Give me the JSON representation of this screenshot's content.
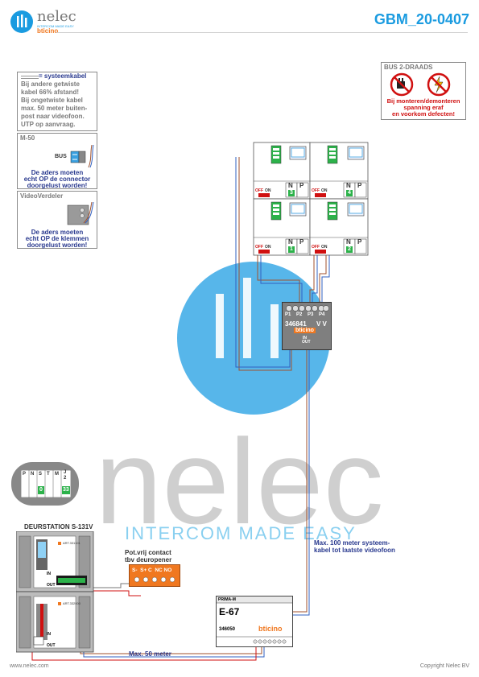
{
  "header": {
    "brand_name": "nelec",
    "brand_tagline": "INTERCOM MADE EASY",
    "brand_partner": "bticino",
    "doc_id": "GBM_20-0407"
  },
  "legend_note": {
    "line1": "= systeemkabel",
    "line2": "Bij andere getwiste",
    "line3": "kabel 66% afstand!",
    "line4": "Bij ongetwiste kabel",
    "line5": "max. 50 meter buiten-",
    "line6": "post naar videofoon.",
    "line7": "UTP op aanvraag."
  },
  "m50_box": {
    "title": "M-50",
    "bus_label": "BUS",
    "note1": "De aders moeten",
    "note2": "echt OP de connector",
    "note3": "doorgelust worden!"
  },
  "vv_box": {
    "title": "VideoVerdeler",
    "note1": "De aders moeten",
    "note2": "echt OP de klemmen",
    "note3": "doorgelust worden!"
  },
  "bus_warning": {
    "title": "BUS 2-DRAADS",
    "note1": "Bij monteren/demonteren",
    "note2": "spanning eraf",
    "note3": "en voorkom defecten!"
  },
  "monitors": [
    {
      "n": "N",
      "p": "P",
      "off": "OFF",
      "on": "ON",
      "num": "3"
    },
    {
      "n": "N",
      "p": "P",
      "off": "OFF",
      "on": "ON",
      "num": "4"
    },
    {
      "n": "N",
      "p": "P",
      "off": "OFF",
      "on": "ON",
      "num": "1"
    },
    {
      "n": "N",
      "p": "P",
      "off": "OFF",
      "on": "ON",
      "num": "2"
    }
  ],
  "distributor": {
    "ports": [
      "P1",
      "P2",
      "P3",
      "P4"
    ],
    "model": "346841",
    "type": "V V",
    "brand": "bticino",
    "in": "IN",
    "out": "OUT"
  },
  "keypad": {
    "keys": [
      "P",
      "N",
      "S",
      "T",
      "M",
      "J"
    ],
    "sub": "2",
    "val1": "0",
    "val2": "33"
  },
  "door_station": {
    "title": "DEURSTATION S-131V",
    "model_top": "ART.331101",
    "model_bottom": "ART.332000",
    "in_top": "IN",
    "out_top": "OUT",
    "in_bottom": "IN",
    "out_bottom": "OUT"
  },
  "relay": {
    "label1": "Pot.vrij contact",
    "label2": "tbv deuropener",
    "terms": "S-  S+ C  NC NO"
  },
  "power": {
    "brand_top": "PRIMA-M",
    "model": "E-67",
    "code": "346050",
    "brand": "bticino"
  },
  "notes": {
    "max100_1": "Max. 100 meter systeem-",
    "max100_2": "kabel tot laatste videofoon",
    "max50": "Max. 50 meter"
  },
  "watermark": {
    "word": "nelec",
    "tagline": "INTERCOM MADE EASY"
  },
  "footer": {
    "left": "www.nelec.com",
    "right": "Copyright Nelec BV"
  },
  "colors": {
    "accent": "#1a9be0",
    "dark_blue": "#2a3a8f",
    "red": "#d01010",
    "orange": "#f07820",
    "green": "#2cb24a",
    "wire_brown": "#a0522d",
    "wire_blue": "#3060c0"
  }
}
